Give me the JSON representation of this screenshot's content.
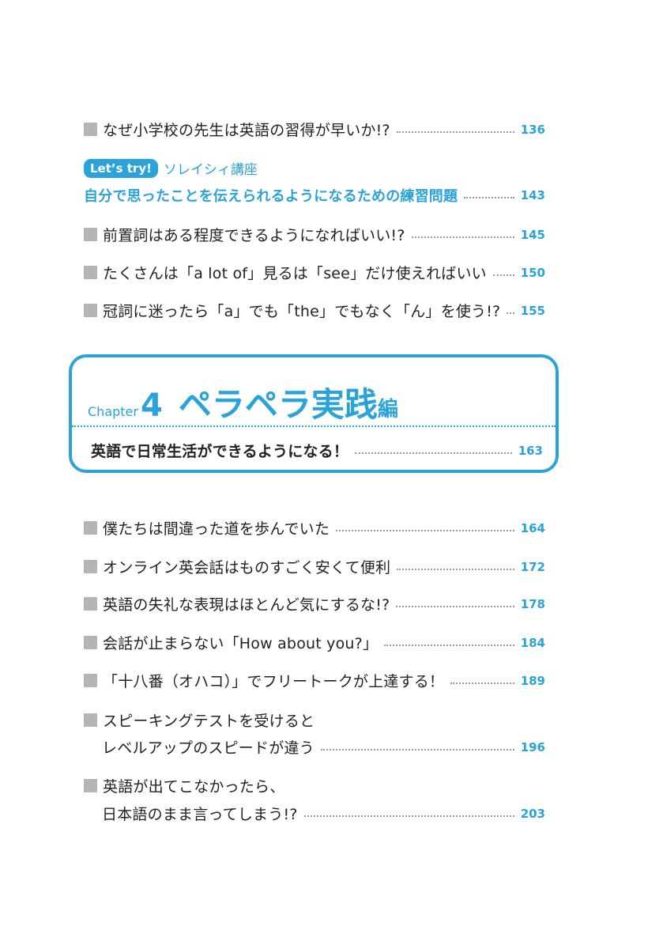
{
  "entries_top": [
    {
      "title": "なぜ小学校の先生は英語の習得が早いか!?",
      "page": "136"
    }
  ],
  "lets_try": {
    "badge": "Let’s try!",
    "title": "ソレイシィ講座",
    "subtitle": "自分で思ったことを伝えられるようになるための練習問題",
    "page": "143"
  },
  "entries_mid": [
    {
      "title": "前置詞はある程度できるようになればいい!?",
      "page": "145"
    },
    {
      "title": "たくさんは「a lot of」見るは「see」だけ使えればいい",
      "page": "150"
    },
    {
      "title": "冠詞に迷ったら「a」でも「the」でもなく「ん」を使う!?",
      "page": "155"
    }
  ],
  "chapter": {
    "label": "Chapter",
    "number": "4",
    "title": "ペラペラ実践",
    "title_suffix": "編",
    "subtitle": "英語で日常生活ができるようになる！",
    "page": "163"
  },
  "entries_bottom": [
    {
      "title": "僕たちは間違った道を歩んでいた",
      "page": "164"
    },
    {
      "title": "オンライン英会話はものすごく安くて便利",
      "page": "172"
    },
    {
      "title": "英語の失礼な表現はほとんど気にするな!?",
      "page": "178"
    },
    {
      "title": "会話が止まらない「How about you?」",
      "page": "184"
    },
    {
      "title": "「十八番（オハコ）」でフリートークが上達する！",
      "page": "189"
    },
    {
      "title_line1": "スピーキングテストを受けると",
      "title_line2": "レベルアップのスピードが違う",
      "page": "196"
    },
    {
      "title_line1": "英語が出てこなかったら、",
      "title_line2": "日本語のまま言ってしまう!?",
      "page": "203"
    }
  ],
  "colors": {
    "accent": "#2aa3d9",
    "bullet": "#b4b4b4",
    "text": "#222222"
  }
}
